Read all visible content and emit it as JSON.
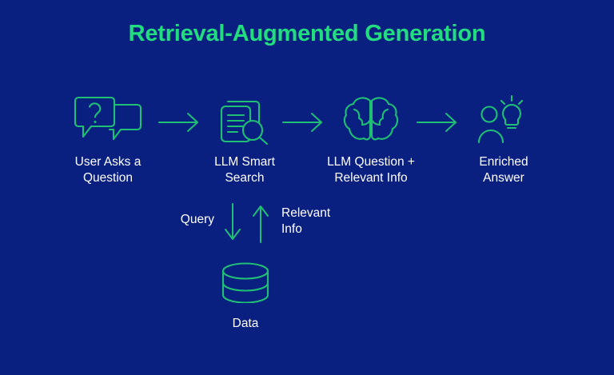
{
  "theme": {
    "background": "#0A2080",
    "title_color": "#22DD7F",
    "icon_stroke": "#1FBF74",
    "label_color": "#FFFFFF"
  },
  "header": {
    "title": "Retrieval-Augmented Generation"
  },
  "pipeline": {
    "stages": [
      {
        "id": "user-question",
        "label": "User Asks a\nQuestion",
        "icon": "speech-bubbles-question-icon"
      },
      {
        "id": "smart-search",
        "label": "LLM Smart\nSearch",
        "icon": "document-magnifier-icon"
      },
      {
        "id": "llm-context",
        "label": "LLM Question +\nRelevant Info",
        "icon": "brain-icon"
      },
      {
        "id": "enriched-answer",
        "label": "Enriched\nAnswer",
        "icon": "person-lightbulb-icon"
      }
    ],
    "connectors": [
      {
        "id": "arrow-1",
        "icon": "arrow-right-icon"
      },
      {
        "id": "arrow-2",
        "icon": "arrow-right-icon"
      },
      {
        "id": "arrow-3",
        "icon": "arrow-right-icon"
      }
    ]
  },
  "retrieval_loop": {
    "down": {
      "label": "Query",
      "icon": "arrow-down-icon"
    },
    "up": {
      "label": "Relevant\nInfo",
      "icon": "arrow-up-icon"
    }
  },
  "datastore": {
    "label": "Data",
    "icon": "database-cylinder-icon"
  }
}
